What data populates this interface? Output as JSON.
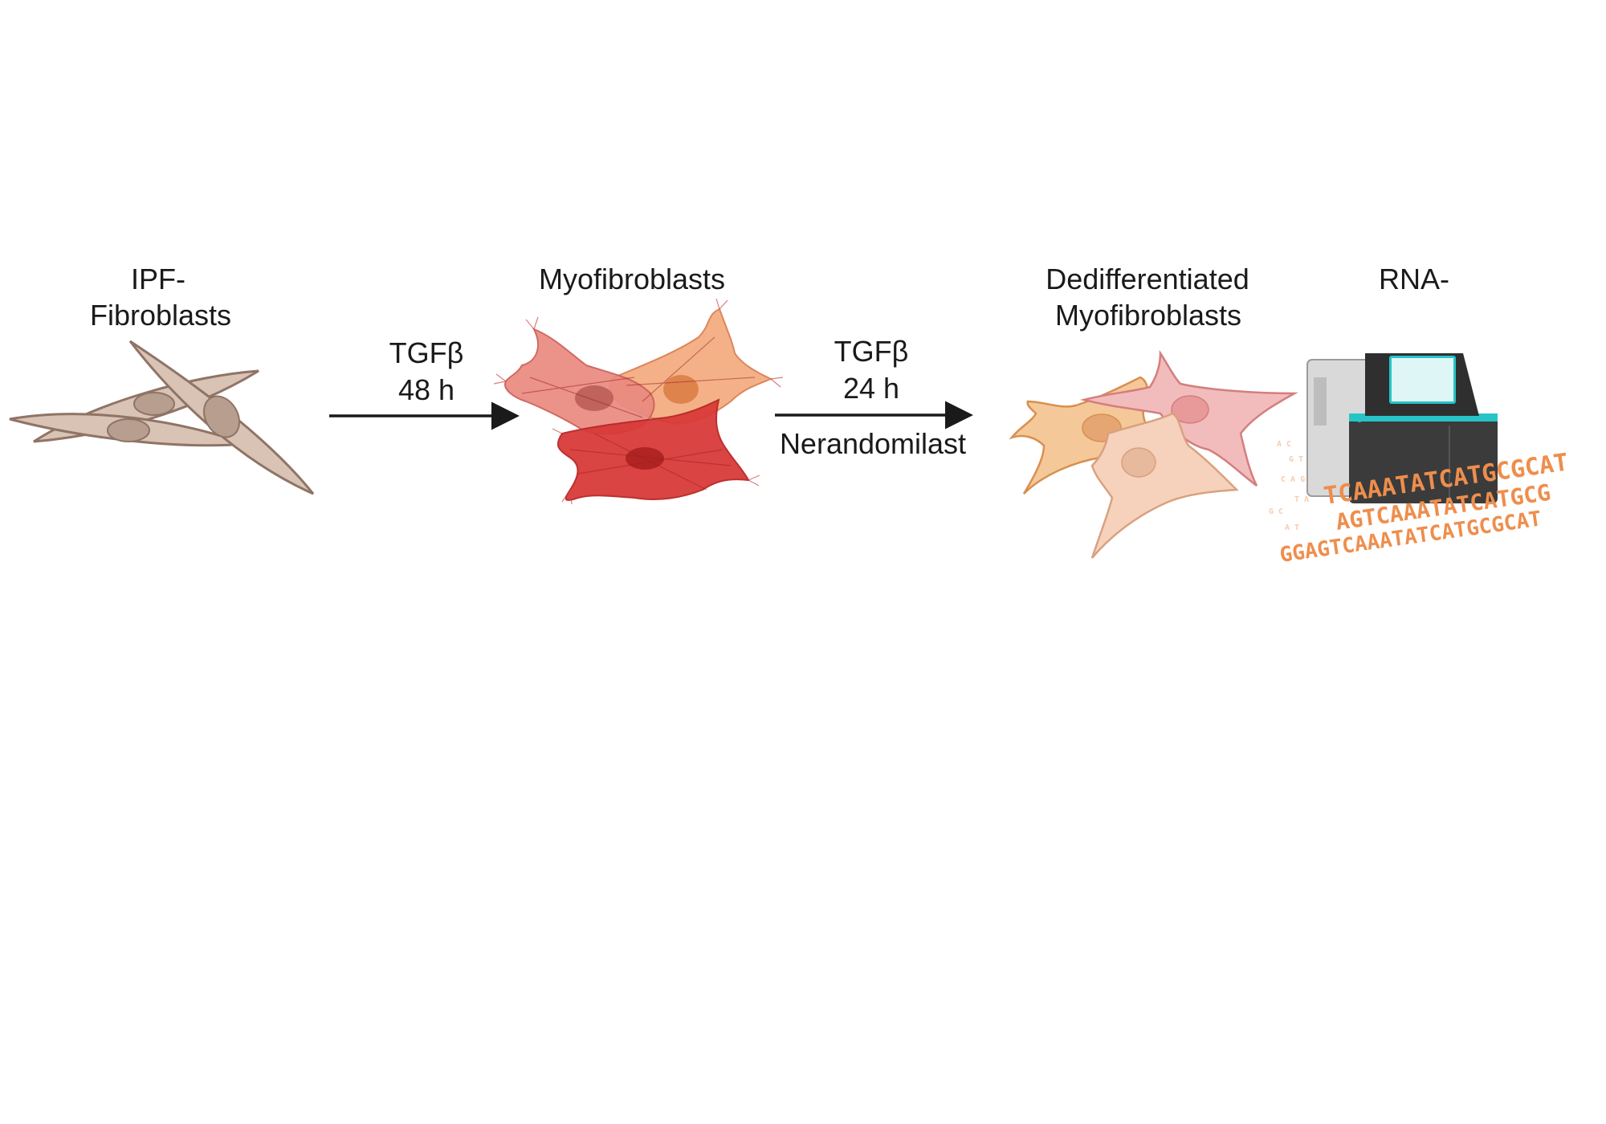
{
  "stages": [
    {
      "id": "ipf-fibroblasts",
      "label_lines": [
        "IPF-",
        "Fibroblasts"
      ]
    },
    {
      "id": "myofibroblasts",
      "label_lines": [
        "Myofibroblasts"
      ]
    },
    {
      "id": "dedifferentiated",
      "label_lines": [
        "Dedifferentiated",
        "Myofibroblasts"
      ]
    },
    {
      "id": "rna-seq",
      "label_lines": [
        "RNA-"
      ]
    }
  ],
  "arrows": [
    {
      "id": "step-1",
      "label_lines": [
        "TGFβ",
        "48 h"
      ],
      "sub_label": ""
    },
    {
      "id": "step-2",
      "label_lines": [
        "TGFβ",
        "24 h"
      ],
      "sub_label": "Nerandomilast"
    }
  ],
  "sequence_lines": [
    "TCAAATATCATGCGCAT",
    "AGTCAAATATCATGCG",
    "GGAGTCAAATATCATGCGCAT"
  ],
  "colors": {
    "fibroblast_fill": "#d8c3b5",
    "fibroblast_stroke": "#8f7466",
    "myofibroblast_light": "#ea8a80",
    "myofibroblast_orange": "#f3a97c",
    "myofibroblast_red": "#d93a38",
    "dediff_orange": "#f5c89a",
    "dediff_pink": "#f2bcbc",
    "dediff_peach": "#f6d2bd",
    "sequence_text": "#ee8e4d",
    "machine_body": "#3b3b3b",
    "machine_accent": "#27c4c6",
    "arrow": "#1a1a1a"
  },
  "icons": [
    "fibroblast-cell-icon",
    "myofibroblast-cell-icon",
    "dedifferentiated-cell-icon",
    "sequencer-icon"
  ]
}
